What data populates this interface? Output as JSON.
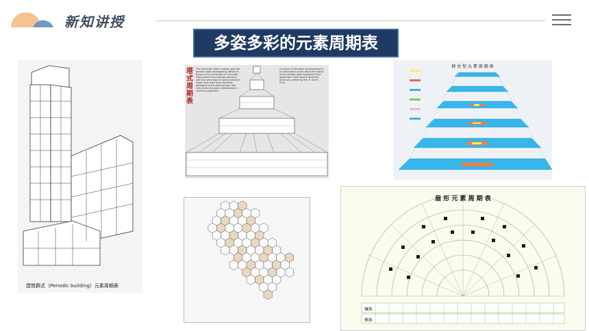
{
  "header": {
    "section_title": "新知讲授",
    "slide_title": "多姿多彩的元素周期表"
  },
  "panels": {
    "building": {
      "caption": "建筑群式（Periodic building）元素周期表"
    },
    "pyramid": {
      "side_label": "塔式周期表",
      "text_left": "This Pyramidal Table is based upon the periodic table developed by William B. Jensen of the University of Cincinnati. Heavy black lines indicate elements with the same type of valence electron shells. Blue lines show elements belonging to the same groups. Red lines show secondary relationships in chemical properties.",
      "text_right": "A version of this table accompanied by an informative article about the history of the periodic table appeared in the September 1995 issue of Scientific American, written by Eric R. Scerri, Ph.D."
    },
    "layered": {
      "title": "棱 台 型 元 素 周 期 表"
    },
    "fan": {
      "title": "扇 形 元 素 周 期 表",
      "row1_label": "镧系",
      "row2_label": "锕系"
    }
  },
  "colors": {
    "title_bg": "#1f3a63",
    "logo_orange": "#f4c38f",
    "logo_blue": "#6f9ac6",
    "layer_blue": "#36b6ea"
  }
}
